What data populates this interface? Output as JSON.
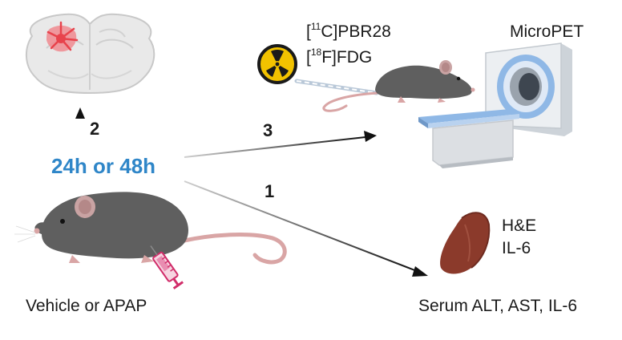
{
  "labels": {
    "time": "24h or 48h",
    "step1": "1",
    "step2": "2",
    "step3": "3",
    "treatment": "Vehicle or APAP",
    "serum": "Serum ALT, AST, IL-6",
    "liver_line1": "H&E",
    "liver_line2": "IL-6",
    "scanner": "MicroPET"
  },
  "tracers": [
    {
      "mass": "11",
      "element": "C",
      "name": "PBR28"
    },
    {
      "mass": "18",
      "element": "F",
      "name": "FDG"
    }
  ],
  "colors": {
    "time_label": "#2f86c8",
    "mouse_body": "#5f5f5f",
    "mouse_ear": "#c9a3a3",
    "mouse_tail": "#d9a5a5",
    "liver": "#8b3a2b",
    "brain_highlight": "#e8434c",
    "radiation": "#f2c200",
    "scanner_accent": "#8fb8e6",
    "syringe": "#d12d6a"
  },
  "icons": [
    "brain-section-icon",
    "radiation-icon",
    "mouse-icon",
    "syringe-icon",
    "liver-icon",
    "micropet-scanner-icon"
  ]
}
